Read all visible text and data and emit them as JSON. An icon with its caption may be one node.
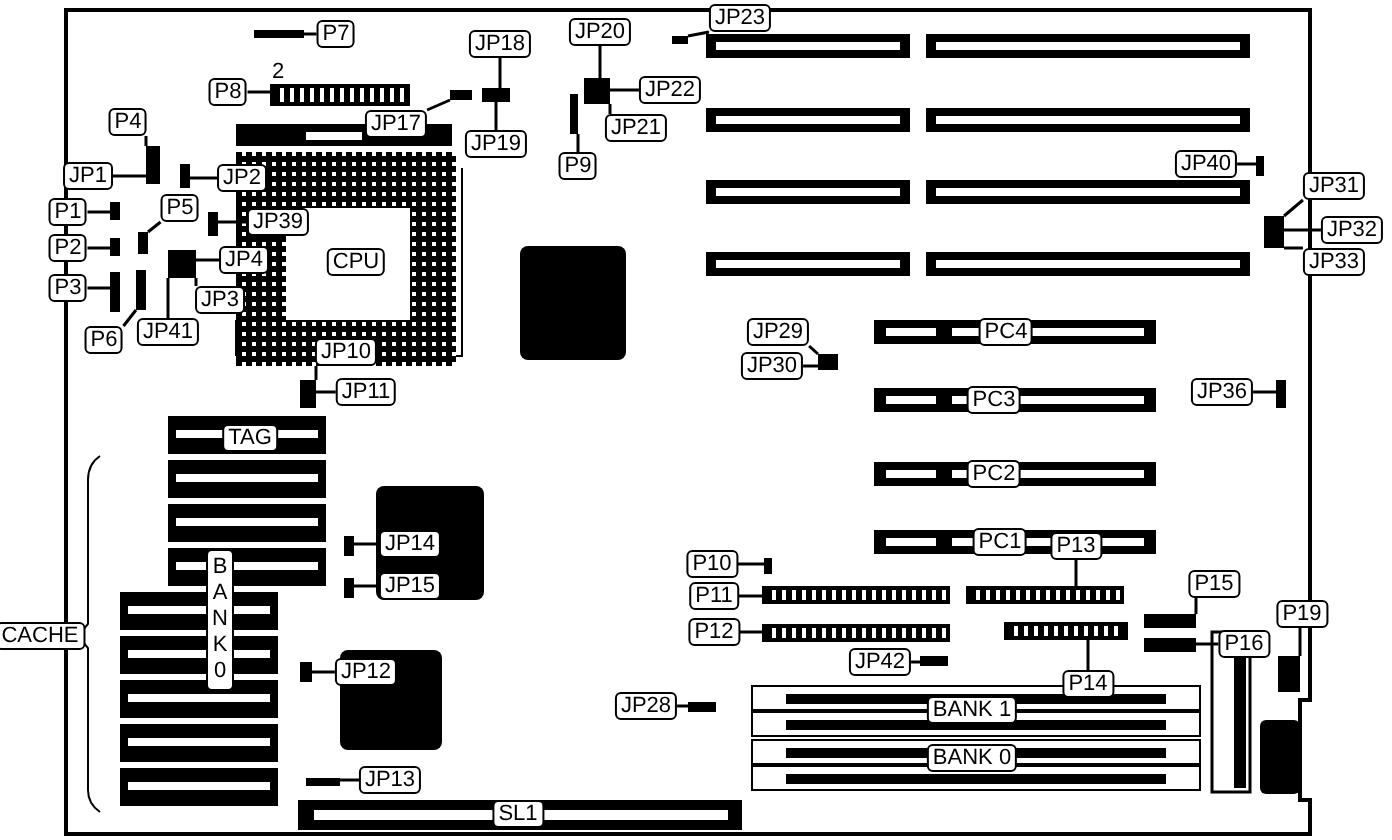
{
  "diagram": {
    "nodes": [
      {
        "text": [
          "P7"
        ]
      },
      {
        "text": [
          "JP23"
        ]
      },
      {
        "text": [
          "JP18"
        ]
      },
      {
        "text": [
          "JP20"
        ]
      },
      {
        "text": [
          "P8"
        ]
      },
      {
        "text": [
          "JP22"
        ]
      },
      {
        "text": [
          "JP17"
        ]
      },
      {
        "text": [
          "JP21"
        ]
      },
      {
        "text": [
          "P4"
        ]
      },
      {
        "text": [
          "JP19"
        ]
      },
      {
        "text": [
          "JP1"
        ]
      },
      {
        "text": [
          "JP2"
        ]
      },
      {
        "text": [
          "P9"
        ]
      },
      {
        "text": [
          "P1"
        ]
      },
      {
        "text": [
          "JP39"
        ]
      },
      {
        "text": [
          "P5"
        ]
      },
      {
        "text": [
          "P2"
        ]
      },
      {
        "text": [
          "CPU"
        ]
      },
      {
        "text": [
          "JP4"
        ]
      },
      {
        "text": [
          "P3"
        ]
      },
      {
        "text": [
          "JP3"
        ]
      },
      {
        "text": [
          "P6"
        ]
      },
      {
        "text": [
          "JP41"
        ]
      },
      {
        "text": [
          "JP40"
        ]
      },
      {
        "text": [
          "JP31"
        ]
      },
      {
        "text": [
          "JP32"
        ]
      },
      {
        "text": [
          "JP33"
        ]
      },
      {
        "text": [
          "JP10"
        ]
      },
      {
        "text": [
          "JP11"
        ]
      },
      {
        "text": [
          "JP29"
        ]
      },
      {
        "text": [
          "JP30"
        ]
      },
      {
        "text": [
          "PC4"
        ]
      },
      {
        "text": [
          "JP36"
        ]
      },
      {
        "text": [
          "TAG"
        ]
      },
      {
        "text": [
          "PC3"
        ]
      },
      {
        "text": [
          "JP14"
        ]
      },
      {
        "text": [
          "JP15"
        ]
      },
      {
        "text": [
          "PC2"
        ]
      },
      {
        "text": [
          "PC1"
        ]
      },
      {
        "text": [
          "P10"
        ]
      },
      {
        "text": [
          "P13"
        ]
      },
      {
        "text": [
          "P11"
        ]
      },
      {
        "text": [
          "P15"
        ]
      },
      {
        "text": [
          "P12"
        ]
      },
      {
        "text": [
          "P19"
        ]
      },
      {
        "text": [
          "P16"
        ]
      },
      {
        "text": [
          "CACHE"
        ]
      },
      {
        "text": [
          "BANK0"
        ]
      },
      {
        "text": [
          "JP42"
        ]
      },
      {
        "text": [
          "JP12"
        ]
      },
      {
        "text": [
          "JP28"
        ]
      },
      {
        "text": [
          "P14"
        ]
      },
      {
        "text": [
          "BANK 1"
        ]
      },
      {
        "text": [
          "BANK 0"
        ]
      },
      {
        "text": [
          "JP13"
        ]
      },
      {
        "text": [
          "SL1"
        ]
      },
      {
        "text": [],
        "shape": "box"
      },
      {
        "text": [],
        "shape": "box"
      },
      {
        "text": [],
        "shape": "box"
      },
      {
        "text": [],
        "shape": "box"
      },
      {
        "text": [],
        "shape": "box"
      },
      {
        "text": [],
        "shape": "box"
      },
      {
        "text": [],
        "shape": "box"
      },
      {
        "text": [],
        "shape": "box"
      },
      {
        "text": [],
        "shape": "box"
      },
      {
        "text": [],
        "shape": "box"
      },
      {
        "text": [],
        "shape": "box"
      },
      {
        "text": [],
        "shape": "box"
      },
      {
        "text": [],
        "shape": "box"
      },
      {
        "text": [],
        "shape": "box"
      },
      {
        "text": [],
        "shape": "box"
      },
      {
        "text": [],
        "shape": "box"
      },
      {
        "text": [],
        "shape": "box"
      },
      {
        "text": [],
        "shape": "box"
      },
      {
        "text": [],
        "shape": "box"
      },
      {
        "text": [],
        "shape": "box"
      },
      {
        "text": [],
        "shape": "box"
      },
      {
        "text": [],
        "shape": "box"
      },
      {
        "text": [],
        "shape": "box"
      },
      {
        "text": [],
        "shape": "box"
      },
      {
        "text": [],
        "shape": "box"
      },
      {
        "text": [],
        "shape": "box"
      },
      {
        "text": [],
        "shape": "box"
      },
      {
        "text": [],
        "shape": "box"
      },
      {
        "text": [],
        "shape": "box"
      },
      {
        "text": [],
        "shape": "box"
      },
      {
        "text": [],
        "shape": "box"
      },
      {
        "text": [],
        "shape": "box"
      },
      {
        "text": [],
        "shape": "box"
      },
      {
        "text": [],
        "shape": "box"
      },
      {
        "text": [],
        "shape": "box"
      }
    ],
    "edges": [
      {
        "from": 0,
        "to": 56,
        "arrow": "none"
      },
      {
        "from": 1,
        "to": 57,
        "arrow": "none"
      },
      {
        "from": 2,
        "to": 60,
        "arrow": "none"
      },
      {
        "from": 3,
        "to": 61,
        "arrow": "none"
      },
      {
        "from": 4,
        "to": 58,
        "arrow": "none"
      },
      {
        "from": 5,
        "to": 61,
        "arrow": "none"
      },
      {
        "from": 6,
        "to": 59,
        "arrow": "none"
      },
      {
        "from": 7,
        "to": 61,
        "arrow": "none"
      },
      {
        "from": 8,
        "to": 62,
        "arrow": "none"
      },
      {
        "from": 9,
        "to": 60,
        "arrow": "none"
      },
      {
        "from": 10,
        "to": 62,
        "arrow": "none"
      },
      {
        "from": 11,
        "to": 63,
        "arrow": "none"
      },
      {
        "from": 12,
        "to": 64,
        "arrow": "none"
      },
      {
        "from": 13,
        "to": 65,
        "arrow": "none"
      },
      {
        "from": 14,
        "to": 66,
        "arrow": "none"
      },
      {
        "from": 15,
        "to": 67,
        "arrow": "none"
      },
      {
        "from": 16,
        "to": 68,
        "arrow": "none"
      },
      {
        "from": 18,
        "to": 69,
        "arrow": "none"
      },
      {
        "from": 19,
        "to": 70,
        "arrow": "none"
      },
      {
        "from": 20,
        "to": 69,
        "arrow": "none"
      },
      {
        "from": 21,
        "to": 71,
        "arrow": "none"
      },
      {
        "from": 22,
        "to": 69,
        "arrow": "none"
      },
      {
        "from": 23,
        "to": 72,
        "arrow": "none"
      },
      {
        "from": 24,
        "to": 73,
        "arrow": "none"
      },
      {
        "from": 25,
        "to": 73,
        "arrow": "none"
      },
      {
        "from": 26,
        "to": 73,
        "arrow": "none"
      },
      {
        "from": 27,
        "to": 74,
        "arrow": "none"
      },
      {
        "from": 28,
        "to": 74,
        "arrow": "none"
      },
      {
        "from": 29,
        "to": 75,
        "arrow": "none"
      },
      {
        "from": 30,
        "to": 75,
        "arrow": "none"
      },
      {
        "from": 32,
        "to": 76,
        "arrow": "none"
      },
      {
        "from": 35,
        "to": 77,
        "arrow": "none"
      },
      {
        "from": 36,
        "to": 78,
        "arrow": "none"
      },
      {
        "from": 39,
        "to": 79,
        "arrow": "none"
      },
      {
        "from": 40,
        "to": 80,
        "arrow": "none"
      },
      {
        "from": 41,
        "to": 81,
        "arrow": "none"
      },
      {
        "from": 42,
        "to": 82,
        "arrow": "none"
      },
      {
        "from": 43,
        "to": 83,
        "arrow": "none"
      },
      {
        "from": 44,
        "to": 84,
        "arrow": "none"
      },
      {
        "from": 45,
        "to": 85,
        "arrow": "none"
      },
      {
        "from": 48,
        "to": 86,
        "arrow": "none"
      },
      {
        "from": 49,
        "to": 87,
        "arrow": "none"
      },
      {
        "from": 50,
        "to": 88,
        "arrow": "none"
      },
      {
        "from": 51,
        "to": 89,
        "arrow": "none"
      },
      {
        "from": 54,
        "to": 90,
        "arrow": "none"
      }
    ],
    "labels": [
      "2"
    ]
  }
}
